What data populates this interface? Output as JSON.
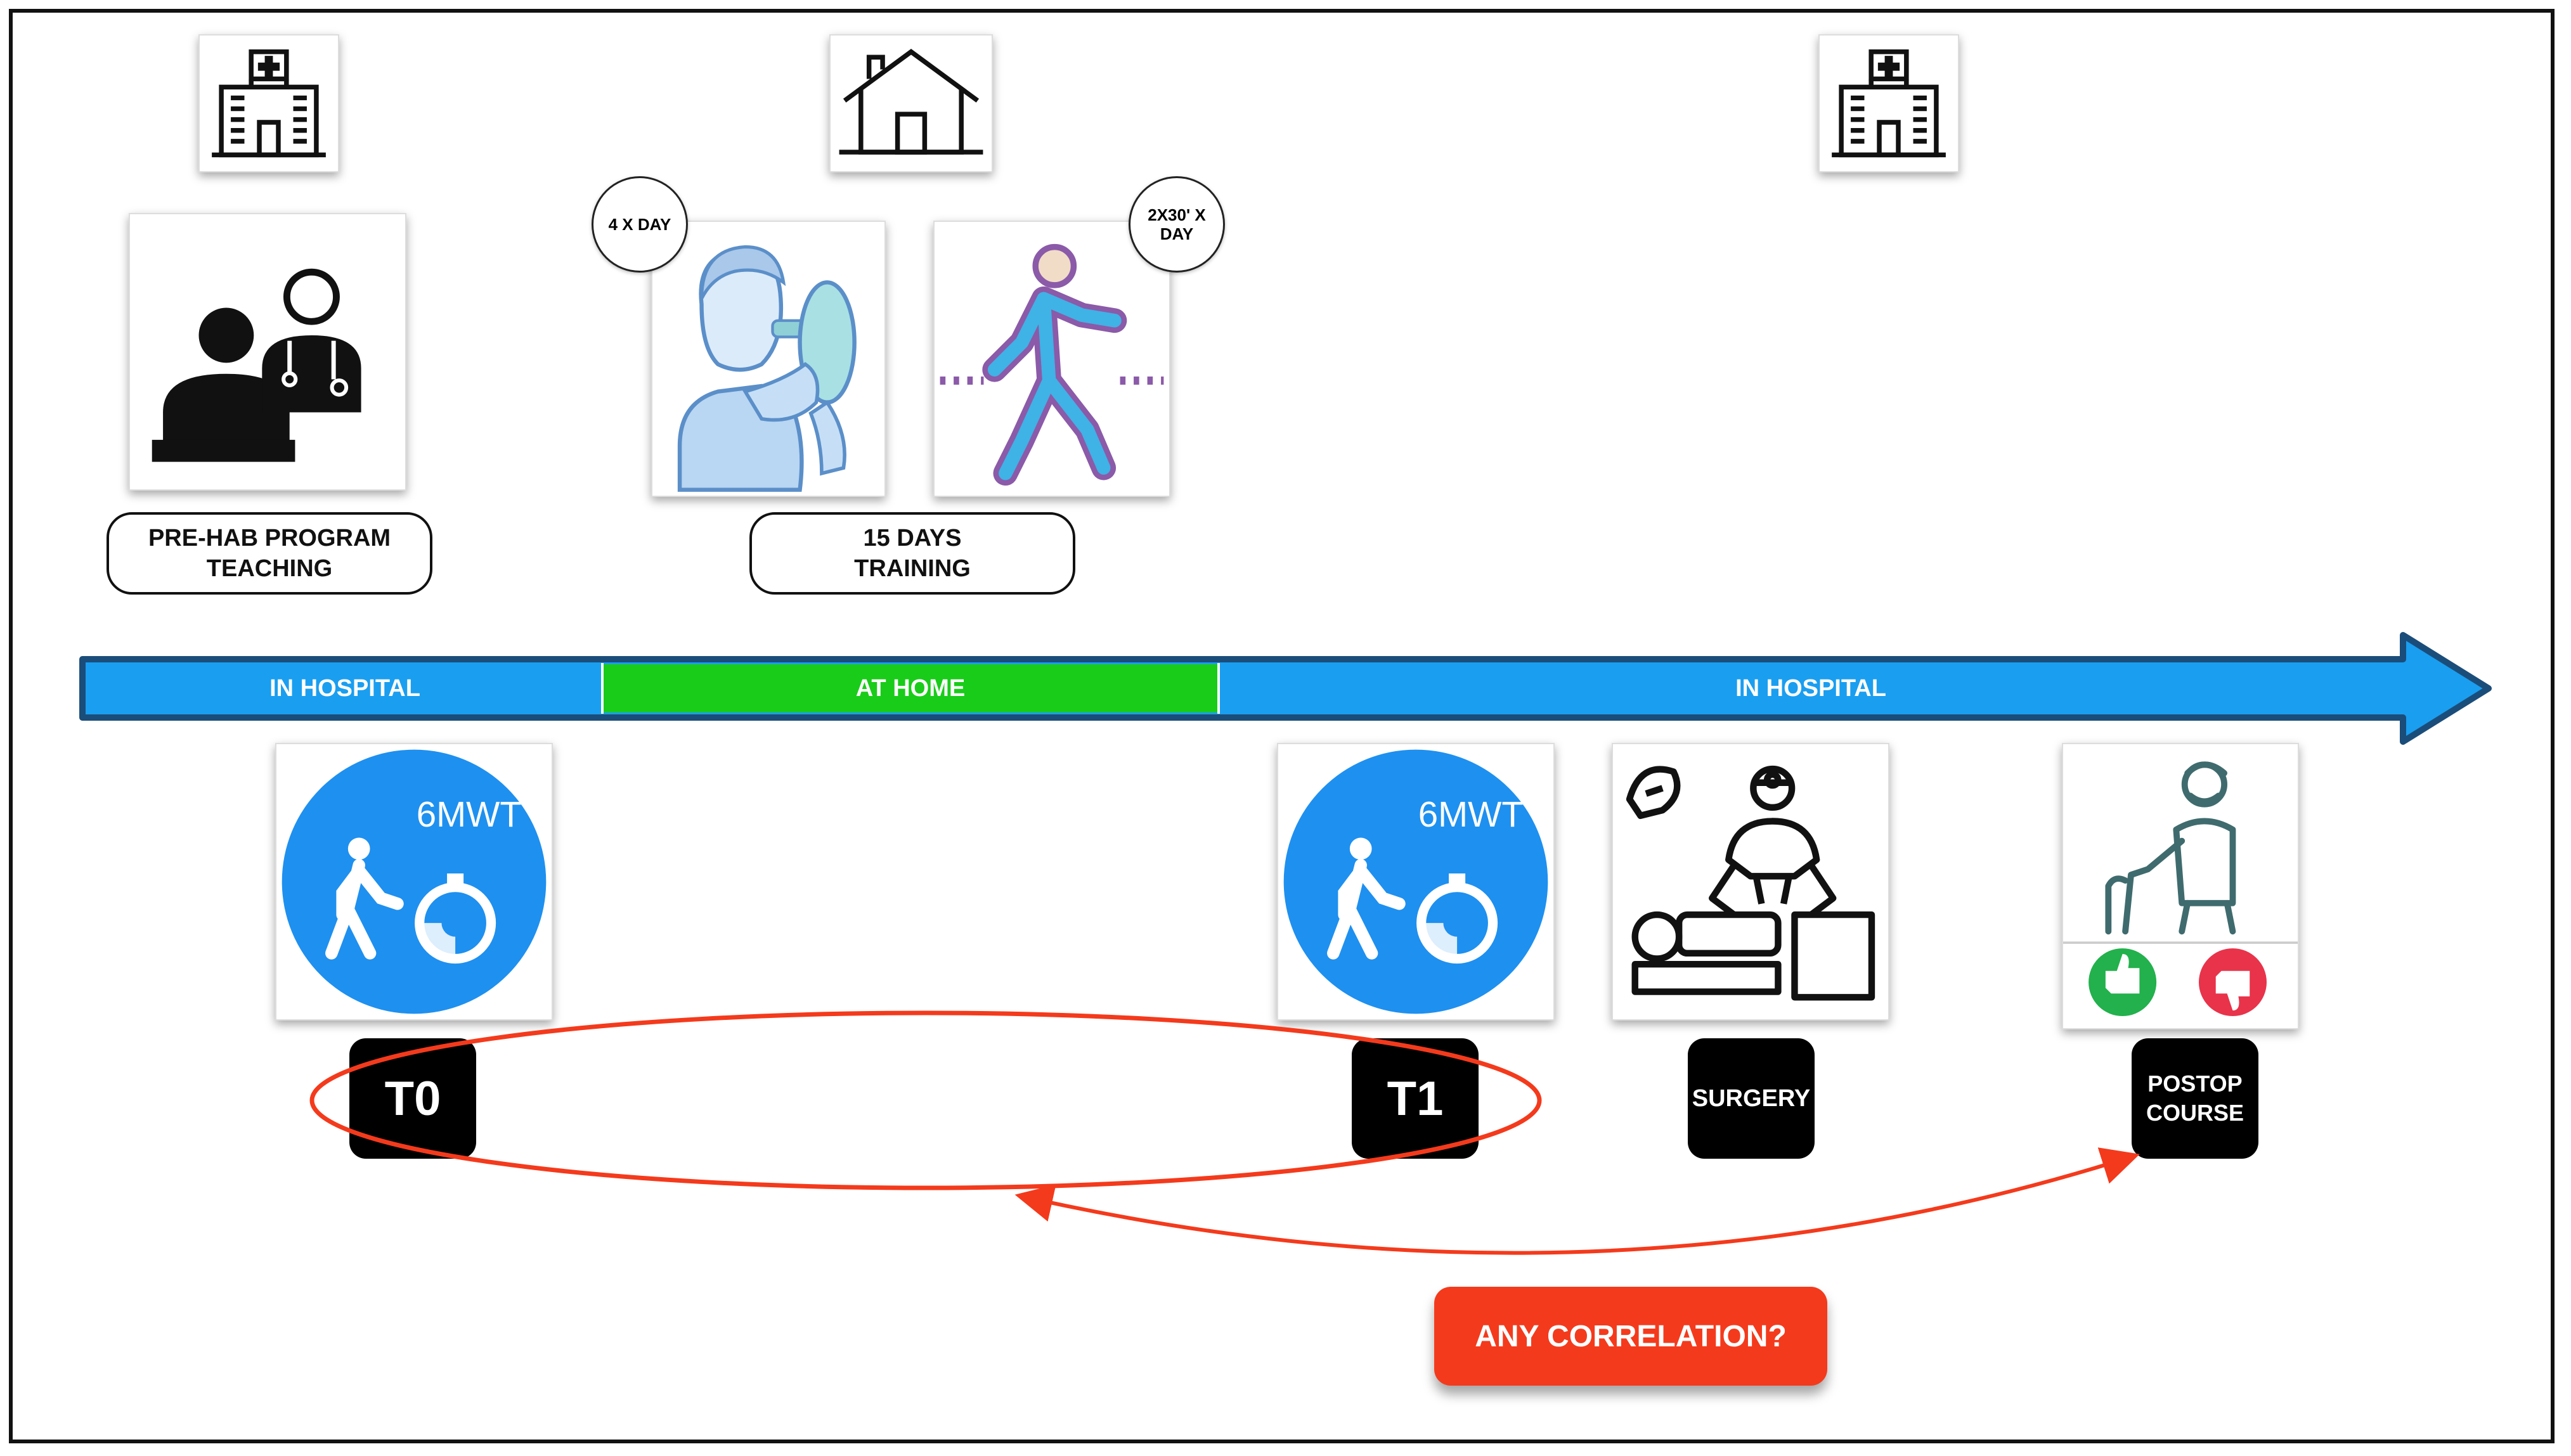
{
  "labels": {
    "teaching": "PRE-HAB PROGRAM\nTEACHING",
    "training": "15 DAYS\nTRAINING"
  },
  "badges": {
    "inhaler_freq": "4 X DAY",
    "walk_freq": "2X30' X\nDAY"
  },
  "timeline": {
    "seg1": "IN HOSPITAL",
    "seg2": "AT HOME",
    "seg3": "IN HOSPITAL"
  },
  "tests": {
    "label": "6MWT"
  },
  "milestones": {
    "t0": "T0",
    "t1": "T1",
    "surgery": "SURGERY",
    "postop": "POSTOP\nCOURSE"
  },
  "question": "ANY CORRELATION?",
  "colors": {
    "timeline_blue": "#1a9ef0",
    "timeline_green": "#19cc19",
    "arrow_border": "#1b4d7a",
    "test_circle": "#1e90f0",
    "correlation_red": "#f43a1c",
    "thumbs_up": "#22b14c",
    "thumbs_down": "#e8334a"
  },
  "icons": {
    "hospital": "hospital-icon",
    "home": "home-icon",
    "teaching": "patient-doctor-icon",
    "inhaler": "inhaler-exercise-icon",
    "walking": "walking-person-icon",
    "surgery": "surgery-icon",
    "elderly": "elderly-patient-icon"
  }
}
